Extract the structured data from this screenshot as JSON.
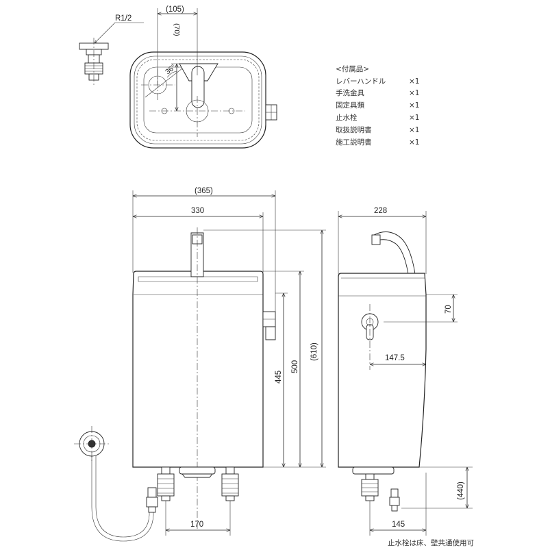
{
  "accessories": {
    "header": "<付属品>",
    "items": [
      {
        "name": "レバーハンドル",
        "qty": "×1"
      },
      {
        "name": "手洗金具",
        "qty": "×1"
      },
      {
        "name": "固定具類",
        "qty": "×1"
      },
      {
        "name": "止水栓",
        "qty": "×1"
      },
      {
        "name": "取扱説明書",
        "qty": "×1"
      },
      {
        "name": "施工説明書",
        "qty": "×1"
      }
    ]
  },
  "top_view": {
    "dim_width": "(105)",
    "dim_depth": "(70)",
    "dim_angle": "36°",
    "thread": "R1/2"
  },
  "front_view": {
    "dim_overall": "(365)",
    "dim_width": "330",
    "dim_height_445": "445",
    "dim_height_500": "500",
    "dim_height_610": "(610)",
    "dim_bottom_170": "170"
  },
  "side_view": {
    "dim_depth": "228",
    "dim_70": "70",
    "dim_147": "147.5",
    "dim_440": "(440)",
    "dim_145": "145"
  },
  "note": "止水栓は床、壁共通使用可"
}
